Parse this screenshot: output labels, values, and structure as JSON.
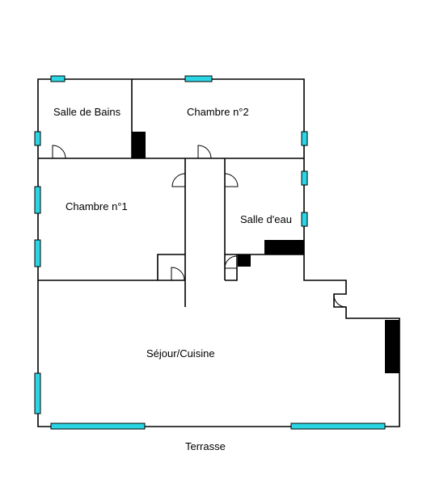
{
  "rooms": {
    "salle_de_bains": "Salle de Bains",
    "chambre_2": "Chambre n°2",
    "chambre_1": "Chambre n°1",
    "salle_deau": "Salle d'eau",
    "sejour_cuisine": "Séjour/Cuisine"
  },
  "outside": {
    "terrasse": "Terrasse"
  },
  "colors": {
    "window": "#2ad6e4",
    "wall": "#000000",
    "fixture": "#000000"
  }
}
